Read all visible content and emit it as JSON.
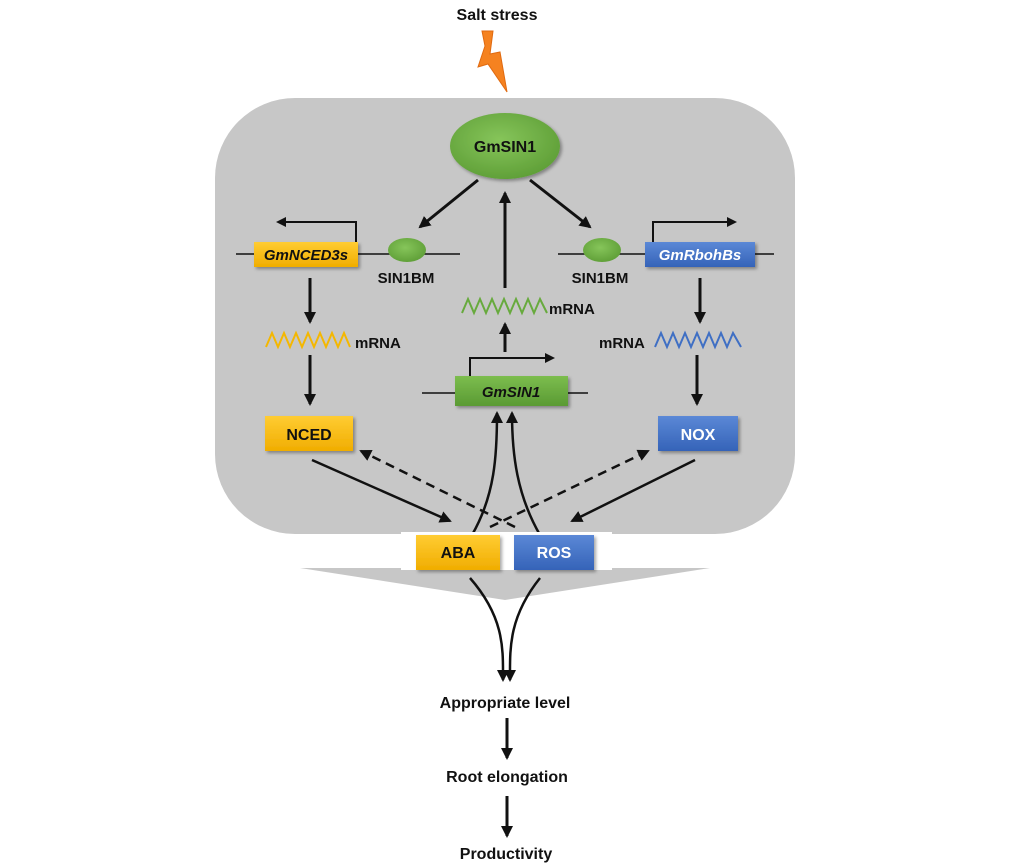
{
  "top_label": "Salt stress",
  "nodes": {
    "gmsin1_protein": "GmSIN1",
    "gene_nced": "GmNCED3s",
    "gene_rboh": "GmRbohBs",
    "gene_sin1": "GmSIN1",
    "binding_motif_left": "SIN1BM",
    "binding_motif_right": "SIN1BM",
    "mrna_left": "mRNA",
    "mrna_center": "mRNA",
    "mrna_right": "mRNA",
    "nced": "NCED",
    "nox": "NOX",
    "aba": "ABA",
    "ros": "ROS"
  },
  "outcomes": [
    "Appropriate level",
    "Root elongation",
    "Productivity"
  ],
  "colors": {
    "cell": "#c7c7c7",
    "green": "#67aa3d",
    "yellow": "#f4b700",
    "blue": "#3f6fc4",
    "lightning": "#f58220"
  },
  "icons": [
    "lightning-icon"
  ]
}
